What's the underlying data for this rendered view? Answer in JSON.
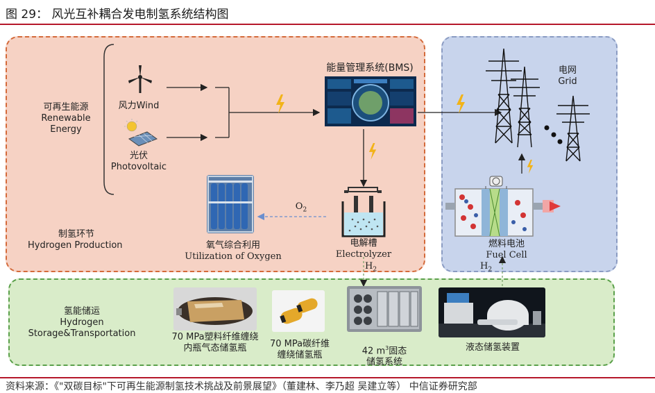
{
  "title": "图 29：    风光互补耦合发电制氢系统结构图",
  "renewable": {
    "cn": "可再生能源",
    "en1": "Renewable",
    "en2": "Energy"
  },
  "wind": {
    "label": "风力Wind"
  },
  "pv": {
    "cn": "光伏",
    "en": "Photovoltaic"
  },
  "bms": {
    "label": "能量管理系统(BMS)"
  },
  "grid": {
    "cn": "电网",
    "en": "Grid"
  },
  "oxygen": {
    "o2": "O",
    "o2_sub": "2",
    "cn": "氧气综合利用",
    "en": "Utilization of Oxygen"
  },
  "electrolyzer": {
    "cn": "电解槽",
    "en": "Electrolyzer",
    "h2": "H",
    "h2_sub": "2"
  },
  "hydrogen_production": {
    "cn": "制氢环节",
    "en": "Hydrogen Production"
  },
  "fuel_cell": {
    "cn": "燃料电池",
    "en": "Fuel Cell",
    "h2": "H",
    "h2_sub": "2"
  },
  "storage": {
    "cn": "氢能储运",
    "en1": "Hydrogen",
    "en2": "Storage&Transportation",
    "item1_l1": "70 MPa塑料纤维缠绕",
    "item1_l2": "内瓶气态储氢瓶",
    "item2_l1": "70 MPa碳纤维",
    "item2_l2": "缠绕储氢瓶",
    "item3_pre": "42 m",
    "item3_sup": "3",
    "item3_post": "固态",
    "item3_l2": "储氢系统",
    "item4": "液态储氢装置"
  },
  "source_partial": "资料来源：《\"双碳目标\"下可再生能源制氢技术挑战及前景展望》（董建林、李乃超 吴建立等）  中信证券研究部"
}
